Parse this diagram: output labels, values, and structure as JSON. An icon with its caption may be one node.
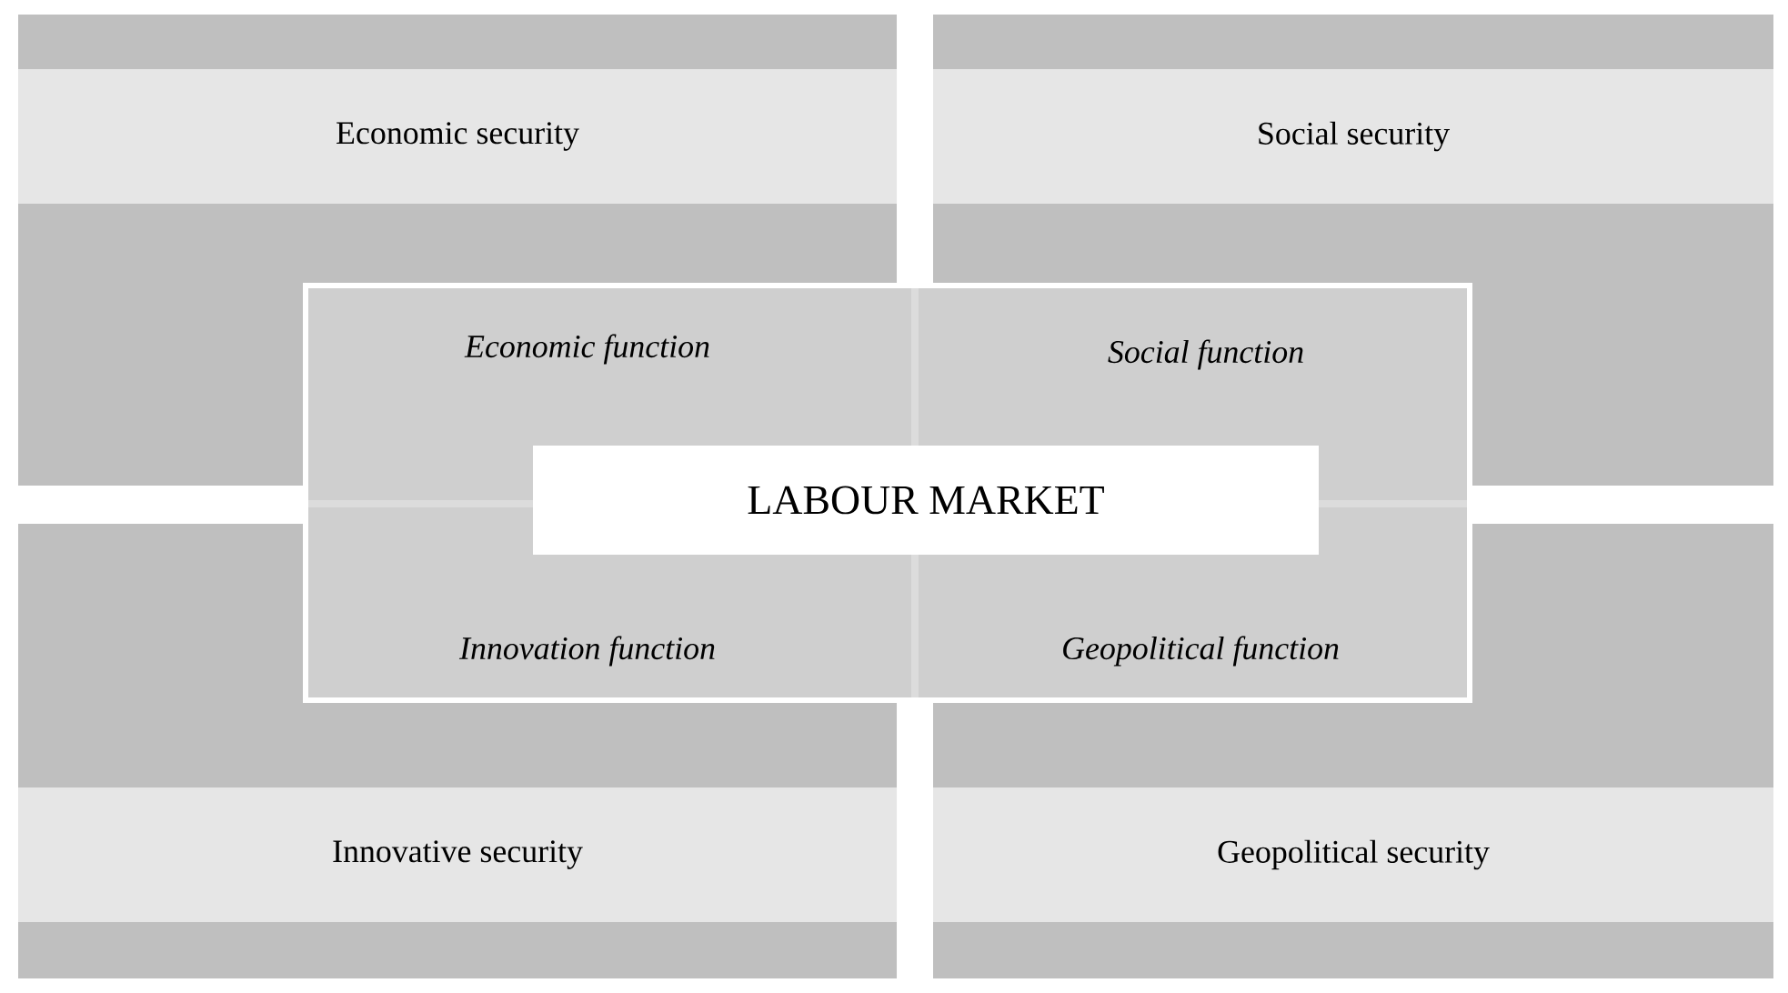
{
  "diagram": {
    "nodes": [
      {
        "text": [
          "Economic security",
          "Economic function"
        ]
      },
      {
        "text": [
          "Social security",
          "Social function"
        ]
      },
      {
        "text": [
          "Innovation function",
          "Innovative security"
        ]
      },
      {
        "text": [
          "Geopolitical function",
          "Geopolitical security"
        ]
      },
      {
        "text": [],
        "shape": "box"
      },
      {
        "text": [
          "LABOUR MARKET"
        ],
        "in": 4
      }
    ]
  }
}
